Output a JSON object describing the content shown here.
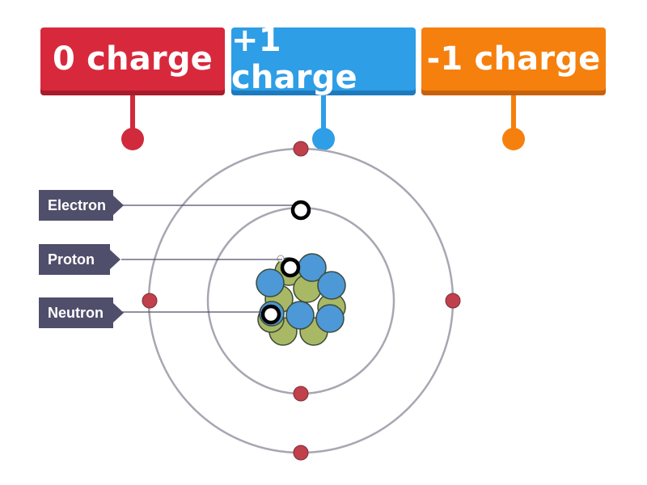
{
  "tiles": [
    {
      "label": "0 charge",
      "color": "#d8293c"
    },
    {
      "label": "+1 charge",
      "color": "#2e9ee6"
    },
    {
      "label": "-1 charge",
      "color": "#f5800e"
    }
  ],
  "diagram": {
    "labels": [
      "Electron",
      "Proton",
      "Neutron"
    ],
    "colors": {
      "orbit": "#a9a6b2",
      "electron": "#c0404c",
      "proton": "#4d98d6",
      "neutron": "#a8b865",
      "label_bg": "#4f4e6b"
    }
  }
}
